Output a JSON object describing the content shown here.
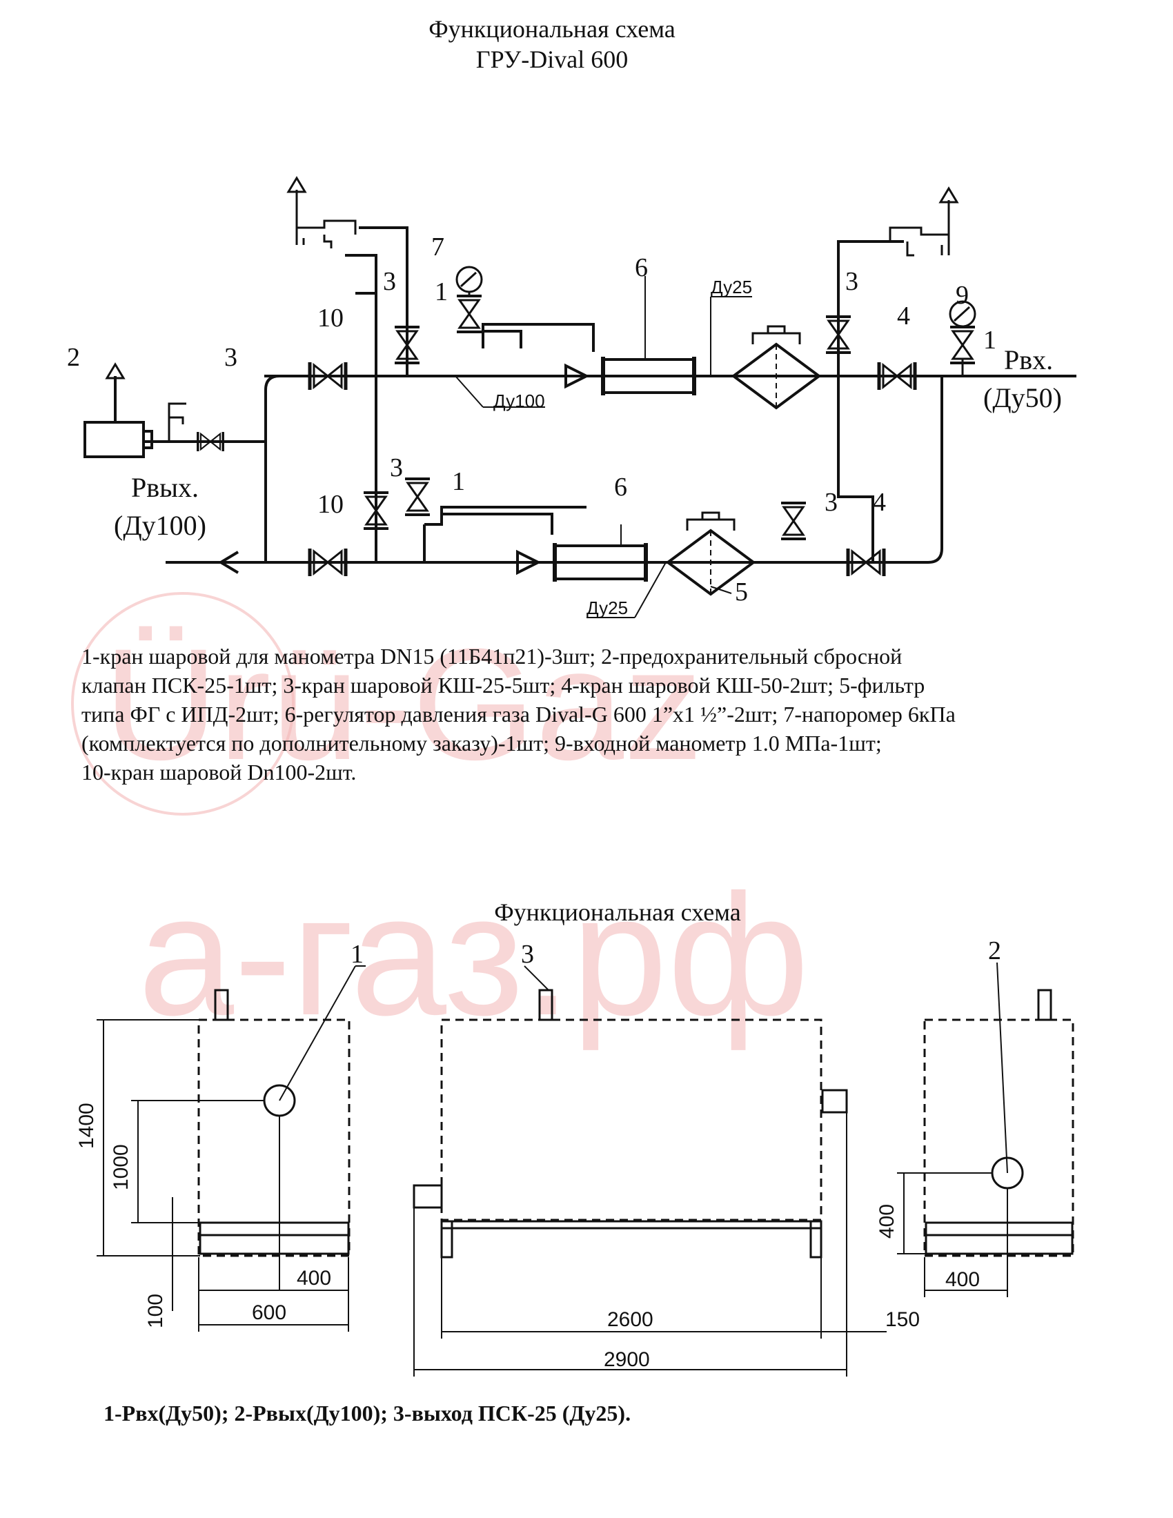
{
  "header": {
    "title_line1": "Функциональная схема",
    "title_line2": "ГРУ-Dival 600"
  },
  "watermarks": {
    "upper": "Ürü-Gaz",
    "lower": "а-газ.рф"
  },
  "diagram1": {
    "callouts": {
      "c1a": "1",
      "c1b": "1",
      "c1c": "1",
      "c2": "2",
      "c3a": "3",
      "c3b": "3",
      "c3c": "3",
      "c3d": "3",
      "c3e": "3",
      "c4a": "4",
      "c4b": "4",
      "c5": "5",
      "c6a": "6",
      "c6b": "6",
      "c7": "7",
      "c9": "9",
      "c10a": "10",
      "c10b": "10"
    },
    "pipe_labels": {
      "du25_top": "Ду25",
      "du100": "Ду100",
      "du25_bottom": "Ду25"
    },
    "inlet": {
      "label": "Рвх.",
      "size": "(Ду50)"
    },
    "outlet": {
      "label": "Рвых.",
      "size": "(Ду100)"
    }
  },
  "legend": {
    "lines": [
      "1-кран шаровой для манометра DN15 (11Б41п21)-3шт; 2-предохранительный сбросной",
      "клапан ПСК-25-1шт; 3-кран шаровой КШ-25-5шт; 4-кран шаровой КШ-50-2шт; 5-фильтр",
      "типа ФГ с ИПД-2шт; 6-регулятор давления газа Dival-G 600 1”х1 ½”-2шт; 7-напоромер 6кПа",
      "(комплектуется по дополнительному заказу)-1шт; 9-входной манометр 1.0 МПа-1шт;",
      "10-кран шаровой Dn100-2шт."
    ]
  },
  "diagram2": {
    "title": "Функциональная схема",
    "callouts": {
      "c1": "1",
      "c2": "2",
      "c3": "3"
    },
    "dimensions": {
      "h1400": "1400",
      "h1000": "1000",
      "h100": "100",
      "w400_left": "400",
      "w600": "600",
      "w2600": "2600",
      "w2900": "2900",
      "w150": "150",
      "h400_right": "400",
      "w400_right": "400"
    },
    "legend": "1-Рвх(Ду50); 2-Рвых(Ду100); 3-выход ПСК-25 (Ду25)."
  }
}
